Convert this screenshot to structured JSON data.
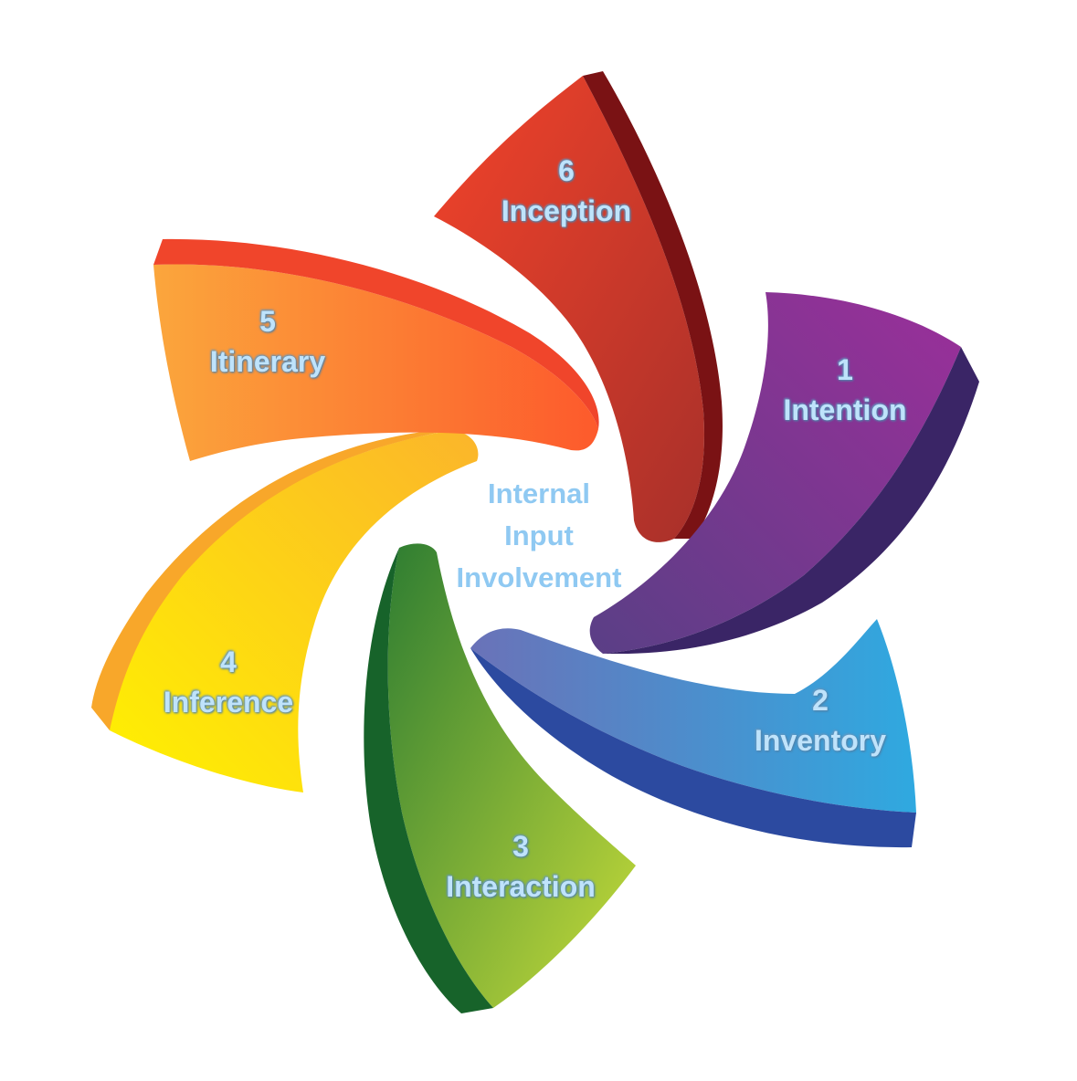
{
  "center": {
    "line1": "Internal",
    "line2": "Input",
    "line3": "Involvement"
  },
  "segments": [
    {
      "number": "1",
      "name": "Intention",
      "color": "#7b2f8e"
    },
    {
      "number": "2",
      "name": "Inventory",
      "color": "#3f7fc6"
    },
    {
      "number": "3",
      "name": "Interaction",
      "color": "#6aa93a"
    },
    {
      "number": "4",
      "name": "Inference",
      "color": "#f7d21a"
    },
    {
      "number": "5",
      "name": "Itinerary",
      "color": "#f98a3a"
    },
    {
      "number": "6",
      "name": "Inception",
      "color": "#d63a2a"
    }
  ]
}
